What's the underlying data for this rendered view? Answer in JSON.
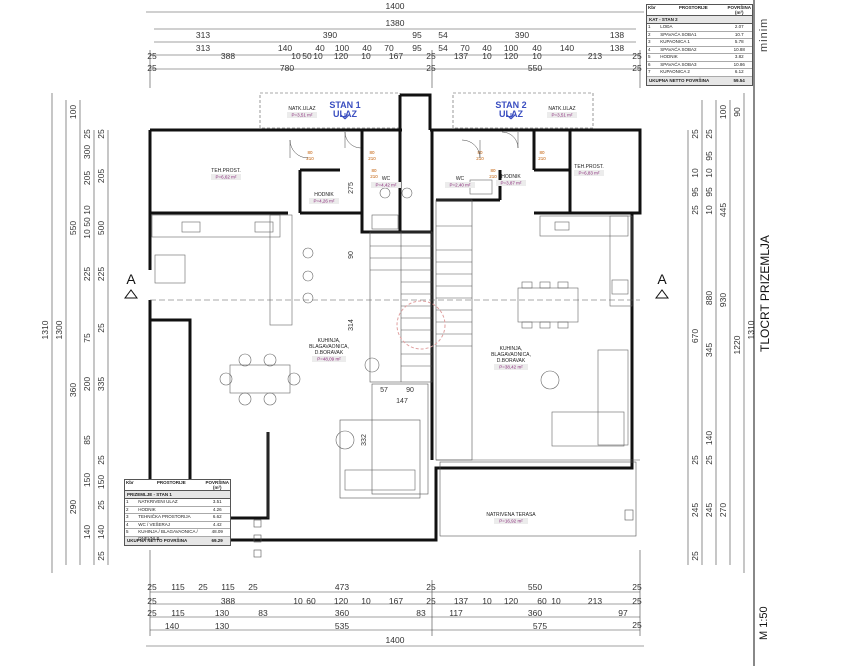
{
  "dims_top": {
    "overall": "1400",
    "row2": "1380",
    "row3": [
      "313",
      "390",
      "95",
      "54",
      "390",
      "138"
    ],
    "row4": [
      "313",
      "140",
      "40",
      "100",
      "40",
      "70",
      "95",
      "54",
      "70",
      "40",
      "100",
      "40",
      "140",
      "138"
    ],
    "row5": [
      "25",
      "388",
      "10",
      "50",
      "10",
      "120",
      "10",
      "167",
      "25",
      "137",
      "10",
      "120",
      "10",
      "213",
      "25"
    ],
    "row6": [
      "25",
      "780",
      "25",
      "550",
      "25"
    ]
  },
  "dims_bottom": {
    "row1": [
      "25",
      "115",
      "25",
      "115",
      "25",
      "473",
      "25",
      "550",
      "25"
    ],
    "row2": [
      "25",
      "388",
      "10",
      "60",
      "120",
      "10",
      "167",
      "25",
      "137",
      "10",
      "120",
      "60",
      "10",
      "213",
      "25"
    ],
    "row3": [
      "25",
      "115",
      "130",
      "83",
      "360",
      "83",
      "117",
      "360",
      "97",
      "25"
    ],
    "row4": [
      "140",
      "130",
      "535",
      "575"
    ],
    "overall": "1400"
  },
  "dims_left": {
    "outer": [
      "1310",
      "1300"
    ],
    "col1": [
      "100",
      "550",
      "360",
      "290"
    ],
    "col2": [
      "25",
      "300",
      "205",
      "10",
      "50",
      "10",
      "225",
      "75",
      "200",
      "85",
      "150",
      "140"
    ],
    "col3": [
      "25",
      "205",
      "500",
      "225",
      "25",
      "335",
      "25",
      "150",
      "25",
      "140",
      "25"
    ]
  },
  "dims_right": {
    "outer": [
      "1310",
      "1220"
    ],
    "col1": [
      "100",
      "90",
      "445",
      "930"
    ],
    "col2": [
      "25",
      "95",
      "10",
      "95",
      "10",
      "880",
      "670",
      "345",
      "140",
      "25",
      "245",
      "270"
    ],
    "col3": [
      "25",
      "10",
      "95",
      "25",
      "25",
      "245",
      "25"
    ]
  },
  "interior_dims": [
    "275",
    "90",
    "314",
    "57",
    "90",
    "147",
    "332"
  ],
  "section_marker": "A",
  "rooms": {
    "stan1": "STAN 1",
    "stan2": "STAN 2",
    "ulaz1": "ULAZ",
    "ulaz2": "ULAZ",
    "natk_ulaz_1": {
      "label": "NATK.ULAZ",
      "area": "P=3,51 m²"
    },
    "natk_ulaz_2": {
      "label": "NATK.ULAZ",
      "area": "P=3,51 m²"
    },
    "teh_prost_1": {
      "label": "TEH.PROST.",
      "area": "P=6,62 m²"
    },
    "teh_prost_2": {
      "label": "TEH.PROST.",
      "area": "P=6,83 m²"
    },
    "hodnik_1": {
      "label": "HODNIK",
      "area": "P=4,26 m²"
    },
    "hodnik_2": {
      "label": "HODNIK",
      "area": "P=3,87 m²"
    },
    "wc_1": {
      "label": "WC",
      "area": "P=4,42 m²"
    },
    "wc_2": {
      "label": "WC",
      "area": "P=2,40 m²"
    },
    "kuhinja_1": {
      "line1": "KUHINJA,",
      "line2": "BLAGAVAONICA,",
      "line3": "D.BORAVAK",
      "area": "P=48,09 m²"
    },
    "kuhinja_2": {
      "line1": "KUHINJA,",
      "line2": "BLAGAVAONICA,",
      "line3": "D.BORAVAK",
      "area": "P=38,42 m²"
    },
    "terasa": {
      "label": "NATRIVENA TERASA",
      "area": "P=16,92 m²"
    }
  },
  "doors": {
    "d1": {
      "w": "80",
      "h": "210"
    },
    "d2": {
      "w": "80",
      "h": "210"
    },
    "d3": {
      "w": "80",
      "h": "210"
    },
    "d4": {
      "w": "80",
      "h": "210"
    },
    "d5": {
      "w": "80",
      "h": "210"
    },
    "d6": {
      "w": "80",
      "h": "210"
    }
  },
  "table_stan1": {
    "col_num": "Kbr",
    "col_name": "PROSTORIJE",
    "col_area": "POVRŠINA (m²)",
    "title": "PRIZEMLJE - STAN 1",
    "rows": [
      {
        "n": "1",
        "name": "NATKRIVENI ULAZ",
        "area": "3.51"
      },
      {
        "n": "2",
        "name": "HODNIK",
        "area": "4.26"
      },
      {
        "n": "3",
        "name": "TEHNIČKA PROSTORIJA",
        "area": "6.62"
      },
      {
        "n": "4",
        "name": "WC / VEŠERAJ",
        "area": "4.42"
      },
      {
        "n": "5",
        "name": "KUHINJA / BLAGAVAONICA / DNEVNI B.",
        "area": "48.09"
      }
    ],
    "total_label": "UKUPNA NETTO POVRŠINA",
    "total": "69.29"
  },
  "table_stan2": {
    "col_num": "Kbr",
    "col_name": "PROSTORIJE",
    "col_area": "POVRŠINA (m²)",
    "title": "KAT - STAN 2",
    "rows": [
      {
        "n": "1",
        "name": "LOĐA",
        "area": "2.07"
      },
      {
        "n": "2",
        "name": "SPAVAĆA SOBA1",
        "area": "10.7"
      },
      {
        "n": "3",
        "name": "KUPAONICA 1",
        "area": "5.78"
      },
      {
        "n": "4",
        "name": "SPAVAĆA SOBA2",
        "area": "10.88"
      },
      {
        "n": "5",
        "name": "HODNIK",
        "area": "3.82"
      },
      {
        "n": "6",
        "name": "SPAVAĆA SOBA3",
        "area": "10.86"
      },
      {
        "n": "7",
        "name": "KUPAONICA 2",
        "area": "6.12"
      }
    ],
    "total_label": "UKUPNA NETTO POVRŠINA",
    "total": "59.54"
  },
  "sheet_title": "TLOCRT PRIZEMLJA",
  "scale": "M 1:50",
  "logo": "minim"
}
